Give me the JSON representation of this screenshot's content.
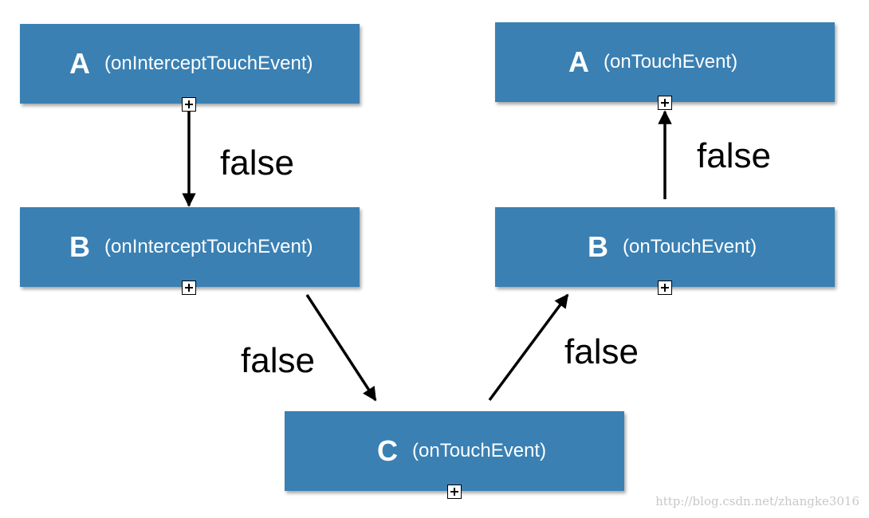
{
  "nodes": {
    "a_intercept": {
      "letter": "A",
      "method": "(onInterceptTouchEvent)"
    },
    "b_intercept": {
      "letter": "B",
      "method": "(onInterceptTouchEvent)"
    },
    "c_touch": {
      "letter": "C",
      "method": "(onTouchEvent)"
    },
    "b_touch": {
      "letter": "B",
      "method": "(onTouchEvent)"
    },
    "a_touch": {
      "letter": "A",
      "method": "(onTouchEvent)"
    }
  },
  "edges": {
    "a_to_b": {
      "label": "false"
    },
    "b_to_c": {
      "label": "false"
    },
    "c_to_b": {
      "label": "false"
    },
    "b_to_a": {
      "label": "false"
    }
  },
  "watermark": "http://blog.csdn.net/zhangke3016",
  "colors": {
    "box": "#3a80b3",
    "text": "#ffffff",
    "arrow": "#000000"
  }
}
